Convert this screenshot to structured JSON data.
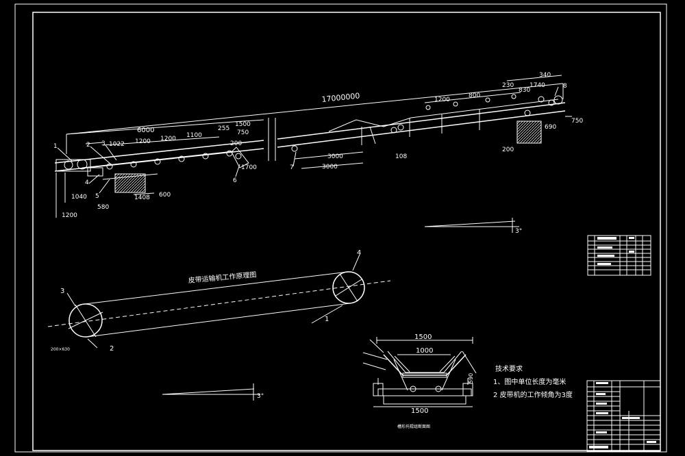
{
  "dims_top": {
    "total": "17000000",
    "d6000": "6000",
    "d1022": "1022",
    "d1200a": "1200",
    "d1200b": "1200",
    "d1100": "1100",
    "d255": "255",
    "d1500": "1500",
    "d750a": "750",
    "d200a": "200",
    "d1700": "1700",
    "d1408": "1408",
    "d600": "600",
    "d580": "580",
    "d1040": "1040",
    "d1200c": "1200",
    "d3000a": "3000",
    "d3000b": "3000",
    "d108": "108",
    "d1200d": "1200",
    "d800": "800",
    "d230": "230",
    "d340": "340",
    "d1740": "1740",
    "d830": "830",
    "d690": "690",
    "d750b": "750",
    "d200b": "200"
  },
  "callouts_top": [
    "1",
    "2",
    "3",
    "4",
    "5",
    "6",
    "7",
    "8"
  ],
  "angle_label": "3°",
  "principle": {
    "title": "皮带运输机工作原理图",
    "label_1": "1",
    "label_2": "2",
    "label_3": "3",
    "label_4": "4",
    "small_note": "200×630",
    "angle": "3°"
  },
  "section": {
    "dim_top": "1500",
    "dim_mid": "1000",
    "dim_bottom": "1500",
    "dim_side": "590",
    "caption": "槽形托辊组断面图"
  },
  "tech": {
    "heading": "技术要求",
    "item1": "1、图中单位长度为毫米",
    "item2": "2 皮带机的工作倾角为3度"
  }
}
